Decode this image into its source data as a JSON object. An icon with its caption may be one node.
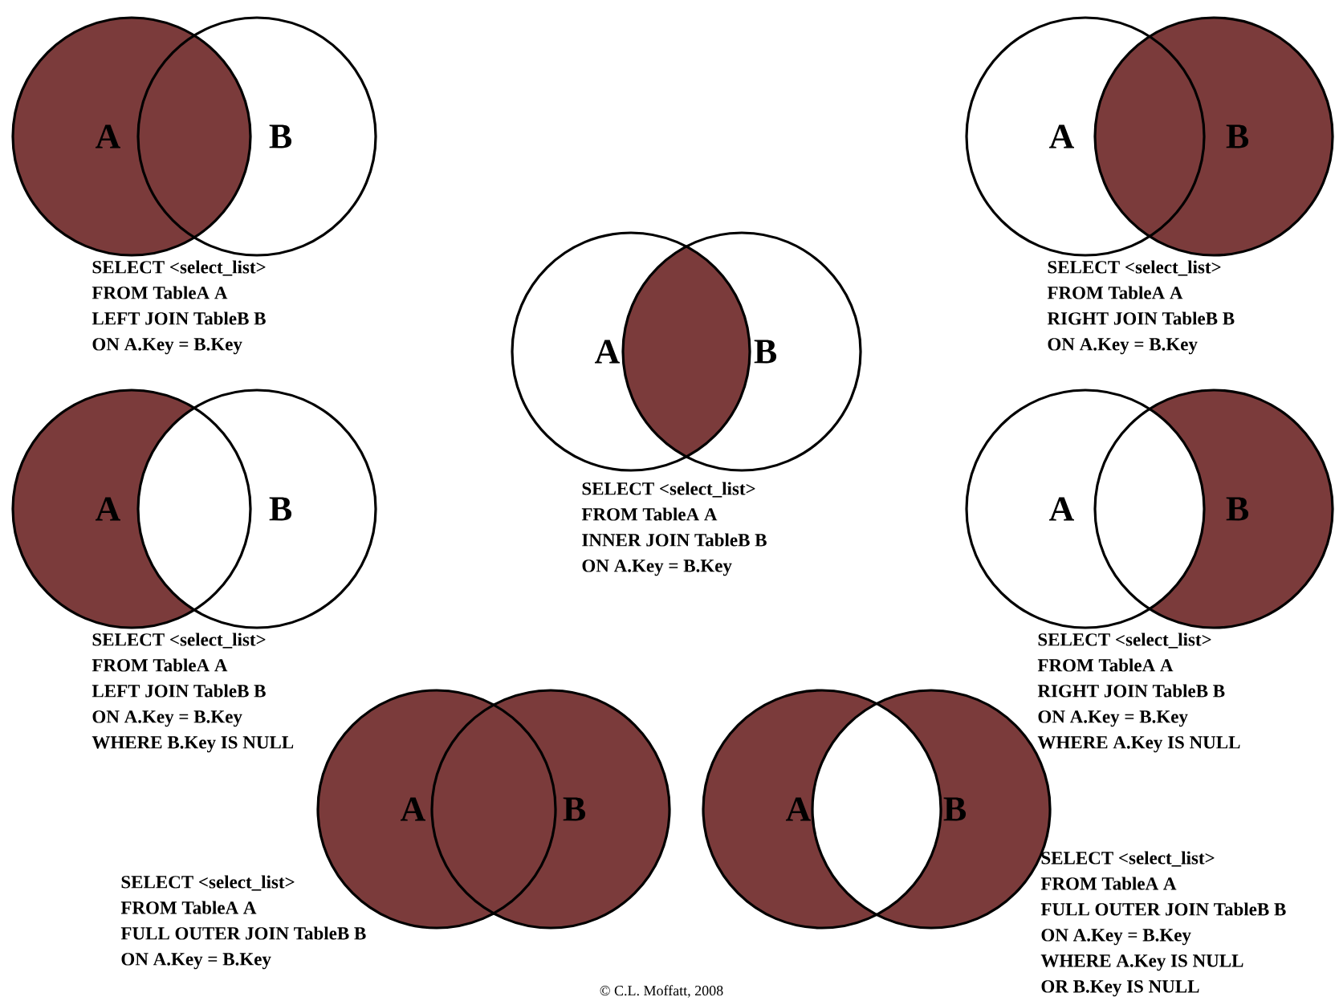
{
  "diagram": {
    "nodes": [
      {
        "text": [
          "A"
        ]
      },
      {
        "text": [
          "B"
        ]
      },
      {
        "text": [
          "A"
        ]
      },
      {
        "text": [
          "B"
        ]
      },
      {
        "text": [
          "A"
        ]
      },
      {
        "text": [
          "B"
        ]
      },
      {
        "text": [
          "A"
        ]
      },
      {
        "text": [
          "B"
        ]
      },
      {
        "text": [
          "A"
        ]
      },
      {
        "text": [
          "B"
        ]
      },
      {
        "text": [
          "A"
        ]
      },
      {
        "text": [
          "B"
        ]
      },
      {
        "text": [
          "A"
        ]
      },
      {
        "text": [
          "B"
        ]
      }
    ],
    "labels": [
      "SELECT <select_list>",
      "FROM TableA A",
      "LEFT JOIN TableB B",
      "ON A.Key = B.Key",
      "SELECT <select_list>",
      "FROM TableA A",
      "RIGHT JOIN TableB B",
      "ON A.Key = B.Key",
      "SELECT <select_list>",
      "FROM TableA A",
      "INNER JOIN TableB B",
      "ON A.Key = B.Key",
      "SELECT <select_list>",
      "FROM TableA A",
      "LEFT JOIN TableB B",
      "ON A.Key = B.Key",
      "WHERE B.Key IS NULL",
      "SELECT <select_list>",
      "FROM TableA A",
      "RIGHT JOIN TableB B",
      "ON A.Key = B.Key",
      "WHERE A.Key IS NULL",
      "SELECT <select_list>",
      "FROM TableA A",
      "FULL OUTER JOIN TableB B",
      "ON A.Key = B.Key",
      "SELECT <select_list>",
      "FROM TableA A",
      "FULL OUTER JOIN TableB B",
      "ON A.Key = B.Key",
      "WHERE A.Key IS NULL",
      "OR B.Key IS NULL",
      "© C.L. Moffatt, 2008"
    ]
  }
}
